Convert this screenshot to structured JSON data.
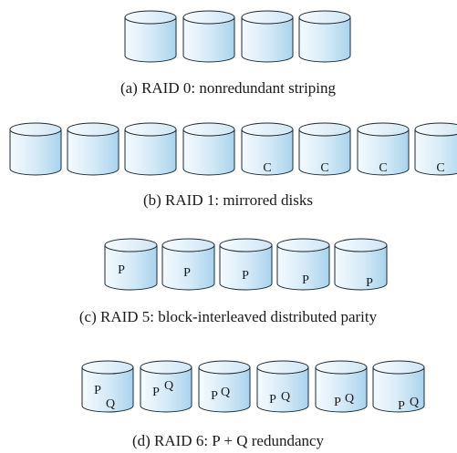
{
  "colors": {
    "disk_fill_light": "#f4fafe",
    "disk_fill_dark": "#a9d3ed",
    "disk_outline": "#1e2a33",
    "text": "#1a1a1a"
  },
  "rows": [
    {
      "caption": "(a) RAID 0: nonredundant striping",
      "disks": [
        {
          "labels": []
        },
        {
          "labels": []
        },
        {
          "labels": []
        },
        {
          "labels": []
        }
      ]
    },
    {
      "caption": "(b) RAID 1: mirrored disks",
      "disks": [
        {
          "labels": []
        },
        {
          "labels": []
        },
        {
          "labels": []
        },
        {
          "labels": []
        },
        {
          "labels": [
            "C"
          ]
        },
        {
          "labels": [
            "C"
          ]
        },
        {
          "labels": [
            "C"
          ]
        },
        {
          "labels": [
            "C"
          ]
        }
      ]
    },
    {
      "caption": "(c) RAID 5: block-interleaved distributed parity",
      "disks": [
        {
          "labels": [
            "P"
          ]
        },
        {
          "labels": [
            "P"
          ]
        },
        {
          "labels": [
            "P"
          ]
        },
        {
          "labels": [
            "P"
          ]
        },
        {
          "labels": [
            "P"
          ]
        }
      ]
    },
    {
      "caption": "(d) RAID 6: P + Q redundancy",
      "disks": [
        {
          "labels": [
            "P",
            "Q"
          ]
        },
        {
          "labels": [
            "P",
            "Q"
          ]
        },
        {
          "labels": [
            "P",
            "Q"
          ]
        },
        {
          "labels": [
            "P",
            "Q"
          ]
        },
        {
          "labels": [
            "P",
            "Q"
          ]
        },
        {
          "labels": [
            "P",
            "Q"
          ]
        }
      ]
    }
  ]
}
